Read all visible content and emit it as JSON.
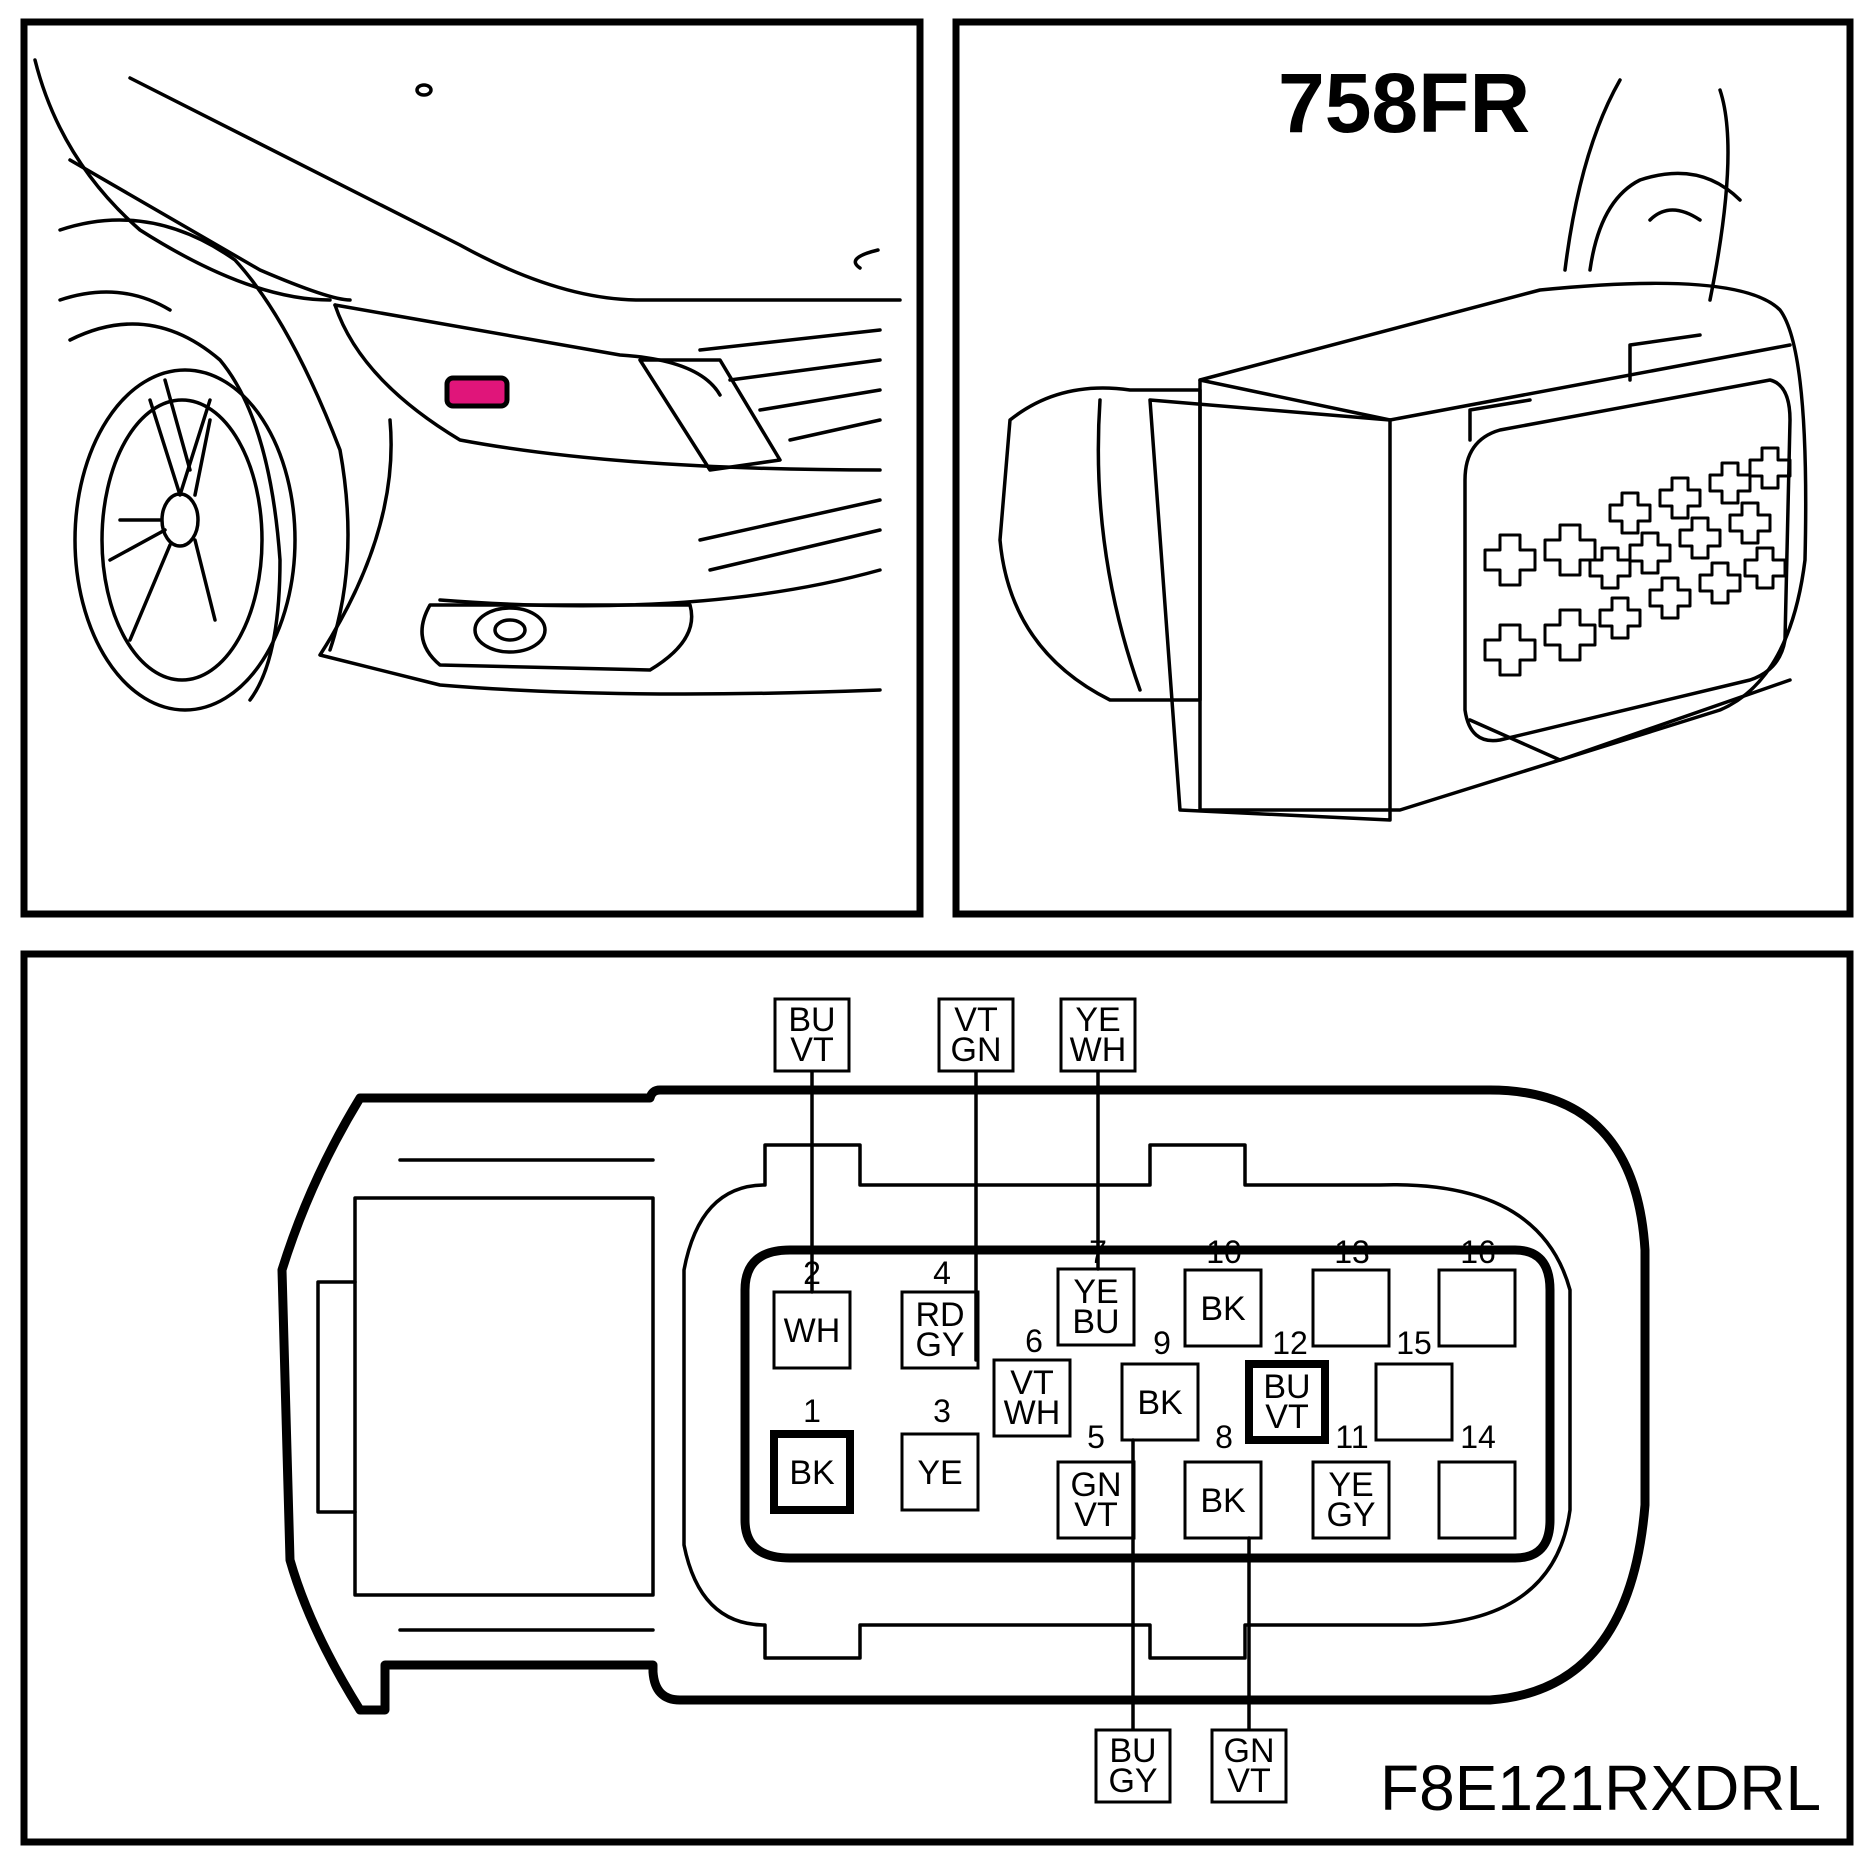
{
  "connector_label": "758FR",
  "figure_code": "F8E121RXDRL",
  "colors": {
    "locator_highlight": "#e0157a",
    "ink": "#000000",
    "background": "#ffffff"
  },
  "pins": [
    {
      "num": "1",
      "code": "BK",
      "bold": true
    },
    {
      "num": "2",
      "code": "WH",
      "bold": false
    },
    {
      "num": "3",
      "code": "YE",
      "bold": false
    },
    {
      "num": "4",
      "code": "RD GY",
      "bold": false
    },
    {
      "num": "5",
      "code": "GN VT",
      "bold": false
    },
    {
      "num": "6",
      "code": "VT WH",
      "bold": false
    },
    {
      "num": "7",
      "code": "YE BU",
      "bold": false
    },
    {
      "num": "8",
      "code": "BK",
      "bold": false
    },
    {
      "num": "9",
      "code": "BK",
      "bold": false
    },
    {
      "num": "10",
      "code": "BK",
      "bold": false
    },
    {
      "num": "11",
      "code": "YE GY",
      "bold": false
    },
    {
      "num": "12",
      "code": "BU VT",
      "bold": true
    },
    {
      "num": "13",
      "code": "",
      "bold": false
    },
    {
      "num": "14",
      "code": "",
      "bold": false
    },
    {
      "num": "15",
      "code": "",
      "bold": false
    },
    {
      "num": "16",
      "code": "",
      "bold": false
    }
  ],
  "wire_labels": [
    {
      "pin": "2",
      "code": "BU VT"
    },
    {
      "pin": "6",
      "code": "VT GN"
    },
    {
      "pin": "7",
      "code": "YE WH"
    },
    {
      "pin": "9",
      "code": "BU GY"
    },
    {
      "pin": "8",
      "code": "GN VT"
    }
  ]
}
